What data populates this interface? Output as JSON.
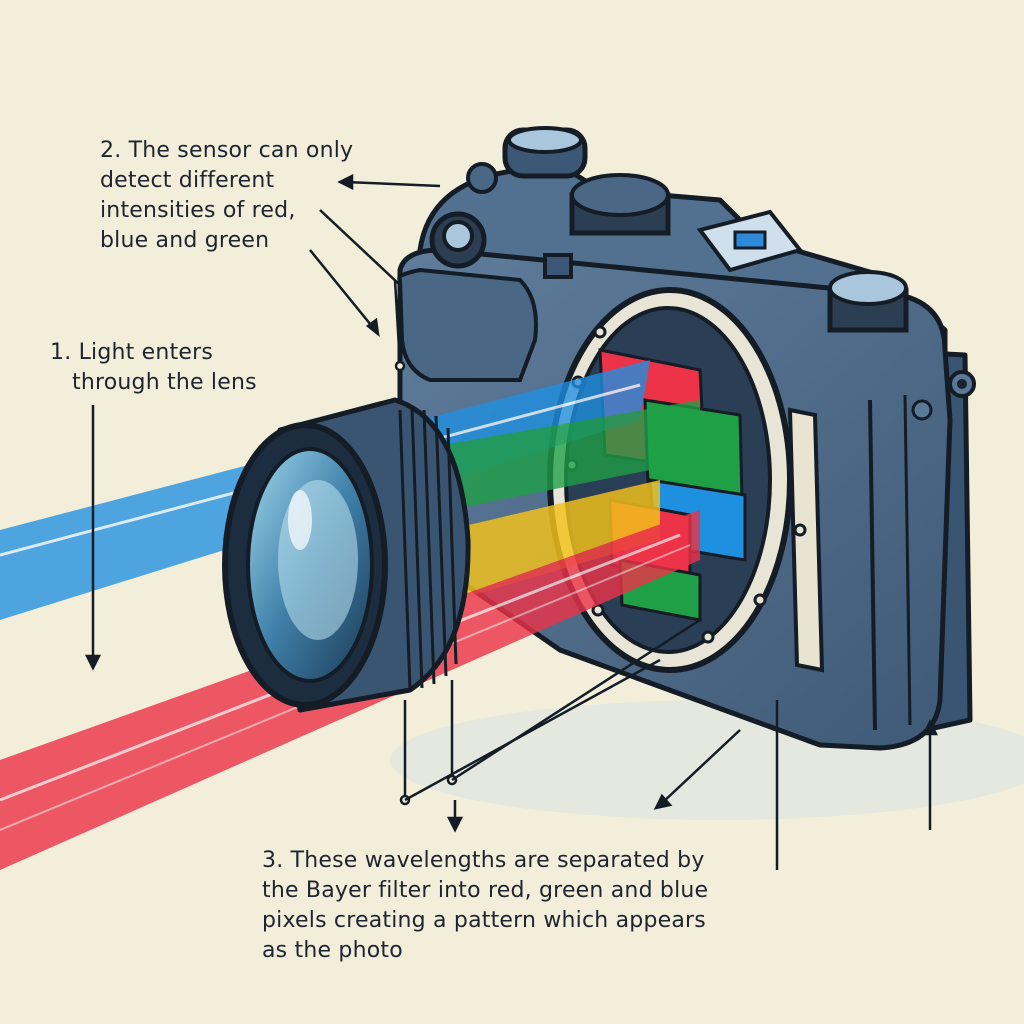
{
  "colors": {
    "background": "#f3eeda",
    "camera_body": "#4f6c8a",
    "camera_dark": "#2e435a",
    "outline": "#141c26",
    "light_blue": "#1f8fe0",
    "light_green": "#1fa046",
    "light_yellow": "#f4c21c",
    "light_red": "#ec3348"
  },
  "annotations": {
    "step1": {
      "lines": [
        "1. Light enters",
        "through the lens"
      ]
    },
    "step2": {
      "lines": [
        "2. The sensor can only",
        "detect different",
        "intensities of red,",
        "blue and green"
      ]
    },
    "step3": {
      "lines": [
        "3. These wavelengths are separated by",
        "the Bayer filter into red, green and blue",
        "pixels creating a pattern which appears",
        "as the photo"
      ]
    }
  },
  "icons": [
    "camera-body-icon",
    "lens-icon",
    "sensor-icon",
    "light-beam-icon",
    "arrow-icon"
  ]
}
